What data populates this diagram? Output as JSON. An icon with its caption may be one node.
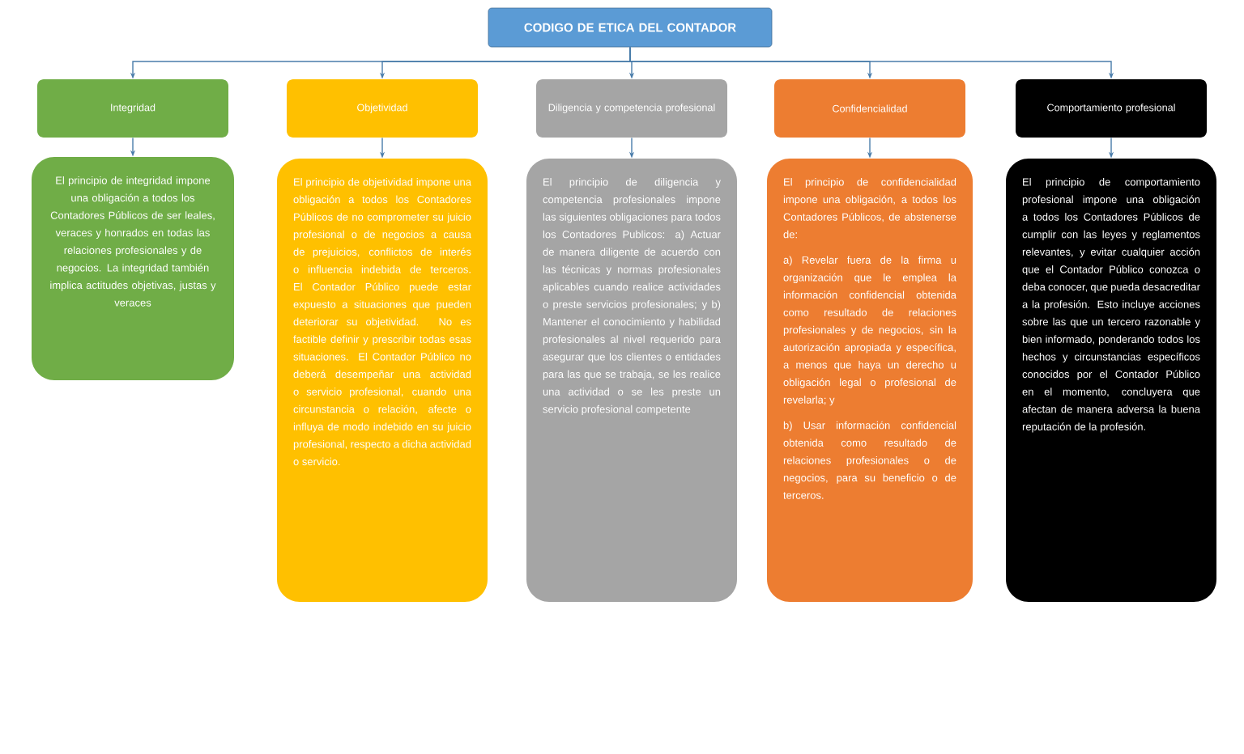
{
  "diagram": {
    "nodes": [
      {
        "text": [
          "CODIGO DE ETICA DEL CONTADOR"
        ]
      },
      {
        "text": [
          "Integridad"
        ]
      },
      {
        "text": [
          "Objetividad"
        ]
      },
      {
        "text": [
          "Diligencia y competencia profesional"
        ]
      },
      {
        "text": [
          "Confidencialidad"
        ]
      },
      {
        "text": [
          "Comportamiento profesional"
        ]
      },
      {
        "text": [
          "El principio de integridad impone una obligación a todos los Contadores Públicos de ser leales, veraces y honrados en todas las relaciones profesionales y de negocios. La integridad también implica actitudes objetivas, justas y veraces"
        ]
      },
      {
        "text": [
          "El principio de objetividad impone una obligación a todos los Contadores Públicos de no comprometer su juicio profesional o de negocios a causa de prejuicios, conflictos de interés o influencia indebida de terceros. El Contador Público puede estar expuesto a situaciones que pueden deteriorar su objetividad. No es factible definir y prescribir todas esas situaciones. El Contador Público no deberá desempeñar una actividad o servicio profesional, cuando una circunstancia o relación, afecte o influya de modo indebido en su juicio profesional, respecto a dicha actividad o servicio."
        ]
      },
      {
        "text": [
          "El principio de diligencia y competencia profesionales impone las siguientes obligaciones para todos los Contadores Publicos: a) Actuar de manera diligente de acuerdo con las técnicas y normas profesionales aplicables cuando realice actividades o preste servicios profesionales; y b) Mantener el conocimiento y habilidad profesionales al nivel requerido para asegurar que los clientes o entidades para las que se trabaja, se les realice una actividad o se les preste un servicio profesional competente"
        ]
      },
      {
        "text": [
          "El principio de confidencialidad impone una obligación, a todos los Contadores Públicos, de abstenerse de:",
          "a) Revelar fuera de la firma u organización que le emplea la información confidencial obtenida como resultado de relaciones profesionales y de negocios, sin la autorización apropiada y específica, a menos que haya un derecho u obligación legal o profesional de revelarla; y",
          "b) Usar información confidencial obtenida como resultado de relaciones profesionales o de negocios, para su beneficio o de terceros."
        ]
      },
      {
        "text": [
          "El principio de comportamiento profesional impone una obligación a todos los Contadores Públicos de cumplir con las leyes y reglamentos relevantes, y evitar cualquier acción que el Contador Público conozca o deba conocer, que pueda desacreditar a la profesión. Esto incluye acciones sobre las que un tercero razonable y bien informado, ponderando todos los hechos y circunstancias específicos conocidos por el Contador Público en el momento, concluyera que afectan de manera adversa la buena reputación de la profesión."
        ]
      }
    ],
    "edges": [
      {
        "from": 0,
        "to": 1,
        "arrow": "to"
      },
      {
        "from": 0,
        "to": 2,
        "arrow": "to"
      },
      {
        "from": 0,
        "to": 3,
        "arrow": "to"
      },
      {
        "from": 0,
        "to": 4,
        "arrow": "to"
      },
      {
        "from": 0,
        "to": 5,
        "arrow": "to"
      },
      {
        "from": 1,
        "to": 6,
        "arrow": "to"
      },
      {
        "from": 2,
        "to": 7,
        "arrow": "to"
      },
      {
        "from": 3,
        "to": 8,
        "arrow": "to"
      },
      {
        "from": 4,
        "to": 9,
        "arrow": "to"
      },
      {
        "from": 5,
        "to": 10,
        "arrow": "to"
      }
    ]
  }
}
